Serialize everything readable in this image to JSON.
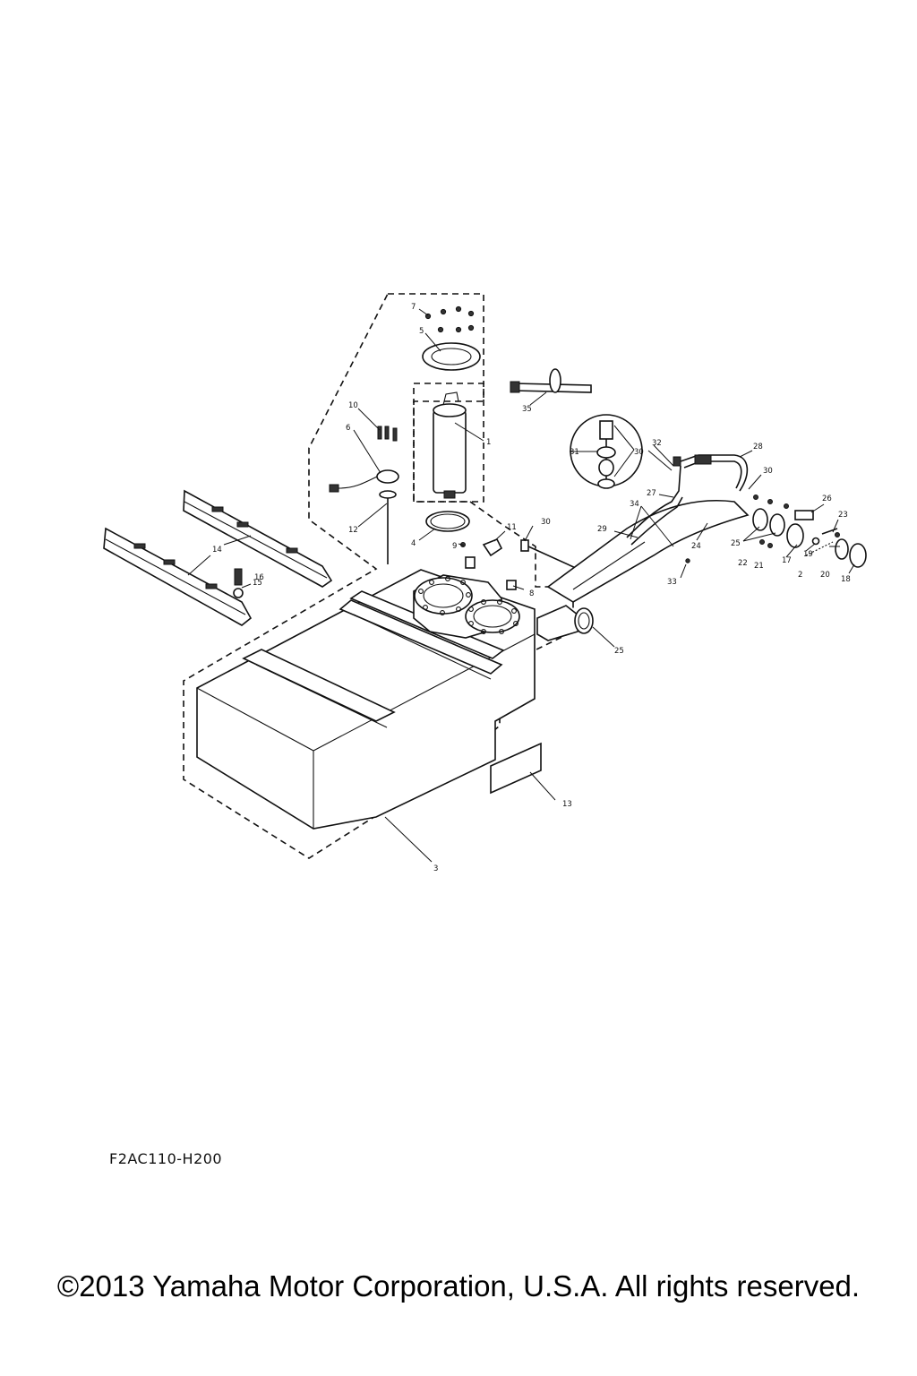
{
  "diagram": {
    "code": "F2AC110-H200",
    "callouts": [
      "1",
      "2",
      "3",
      "4",
      "5",
      "6",
      "7",
      "8",
      "9",
      "10",
      "11",
      "12",
      "13",
      "14",
      "15",
      "16",
      "17",
      "18",
      "19",
      "20",
      "21",
      "22",
      "23",
      "24",
      "25",
      "25",
      "26",
      "27",
      "28",
      "29",
      "30",
      "30",
      "30",
      "31",
      "32",
      "33",
      "34",
      "35"
    ]
  },
  "footer": {
    "copyright": "©2013 Yamaha Motor Corporation, U.S.A. All rights reserved."
  }
}
